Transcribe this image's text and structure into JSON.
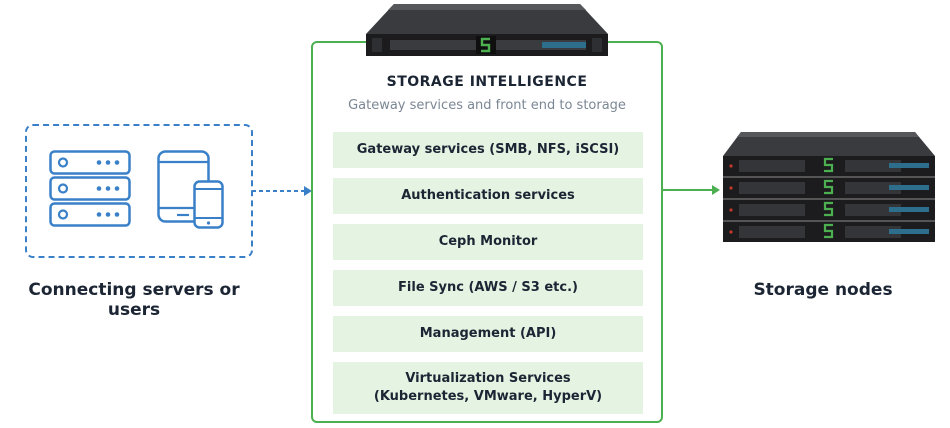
{
  "client": {
    "label": "Connecting servers or users",
    "icons": [
      "server-rack-icon",
      "tablet-icon",
      "phone-icon"
    ]
  },
  "panel": {
    "title": "STORAGE INTELLIGENCE",
    "subtitle": "Gateway services and front end to storage",
    "services": [
      "Gateway services (SMB, NFS, iSCSI)",
      "Authentication services",
      "Ceph Monitor",
      "File Sync (AWS / S3 etc.)",
      "Management (API)",
      "Virtualization Services\n(Kubernetes, VMware, HyperV)"
    ]
  },
  "storage": {
    "label": "Storage nodes",
    "node_count": 4
  },
  "colors": {
    "accent_green": "#4cb050",
    "service_bg": "#e5f3e3",
    "client_blue": "#3a80c8",
    "server_dark": "#1c1c1e"
  }
}
